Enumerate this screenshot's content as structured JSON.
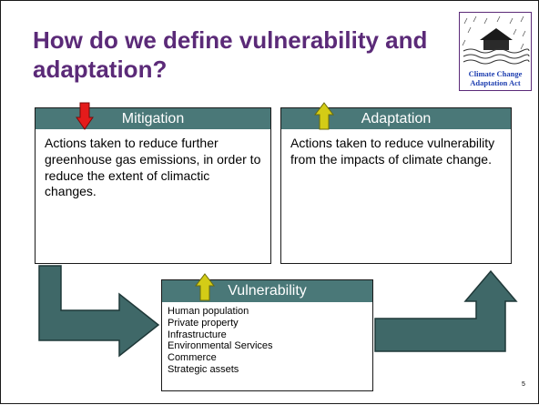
{
  "title": "How do we define vulnerability and adaptation?",
  "logo": {
    "caption_line1": "Climate Change",
    "caption_line2": "Adaptation Act"
  },
  "mitigation": {
    "header": "Mitigation",
    "body": "Actions taken to reduce further greenhouse gas emissions, in order to reduce the extent of climactic changes.",
    "arrow_icon": "red-down-arrow-icon"
  },
  "adaptation": {
    "header": "Adaptation",
    "body": "Actions taken to reduce vulnerability from the impacts of climate change.",
    "arrow_icon": "yellow-up-arrow-icon"
  },
  "vulnerability": {
    "header": "Vulnerability",
    "arrow_icon": "yellow-up-arrow-icon",
    "items": [
      "Human population",
      "Private property",
      "Infrastructure",
      "Environmental Services",
      "Commerce",
      "Strategic assets"
    ]
  },
  "slide_number": "5",
  "colors": {
    "title": "#5b2a78",
    "header_fill": "#4a7878",
    "flow_arrow_fill": "#3f6868",
    "down_arrow_red": "#e41b1b",
    "up_arrow_yellow": "#d4cc16",
    "logo_caption": "#1f3fb0"
  }
}
